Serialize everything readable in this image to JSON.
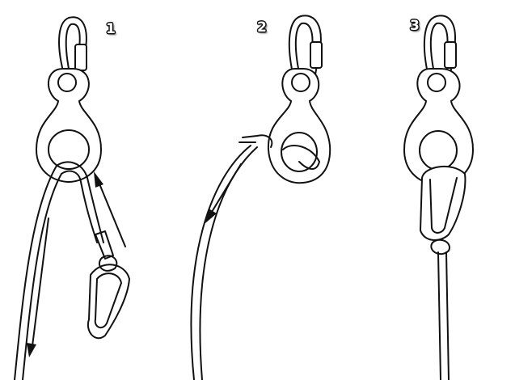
{
  "steps": [
    {
      "label": "1"
    },
    {
      "label": "2"
    },
    {
      "label": "3"
    }
  ],
  "colors": {
    "line": "#111111",
    "background": "#ffffff"
  }
}
